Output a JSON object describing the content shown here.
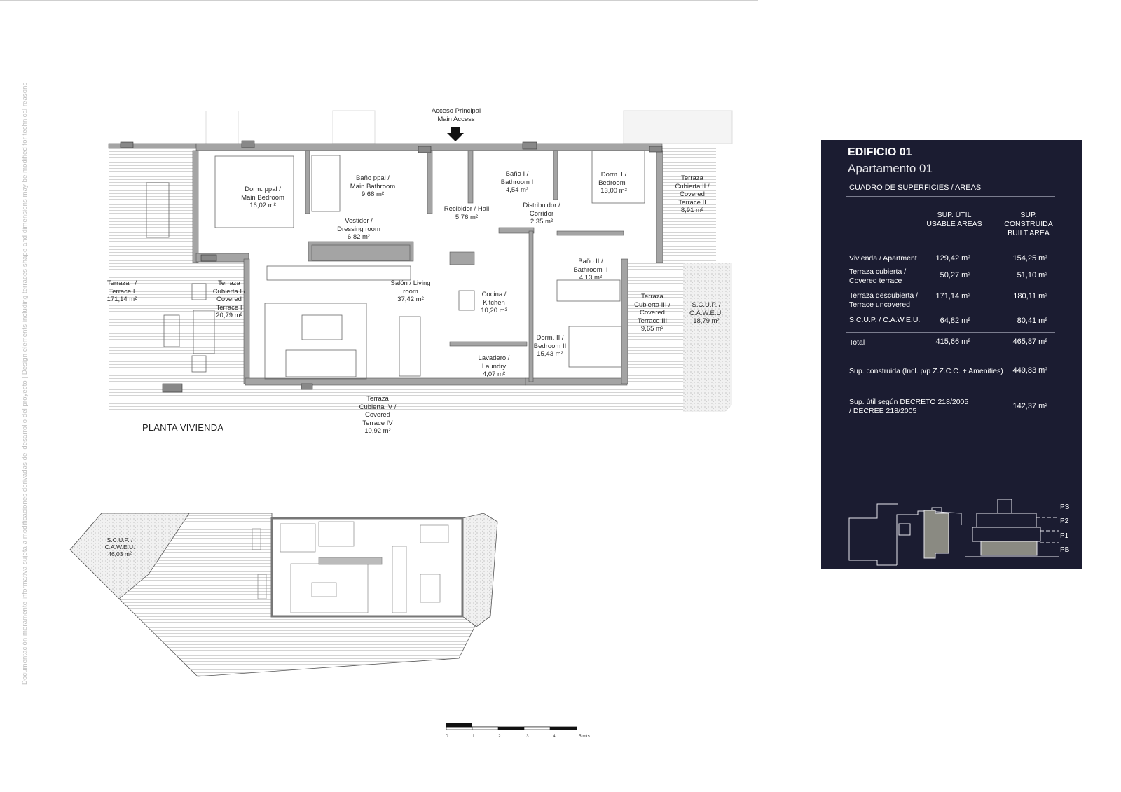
{
  "disclaimer": "Documentación meramente informativa sujeta a modificaciones derivadas del desarrollo del proyecto | Design elements including terraces shape and dimensions may be modified for technical reasons",
  "plan": {
    "title": "PLANTA VIVIENDA",
    "access": "Acceso Principal\nMain Access",
    "rooms": [
      {
        "label": "Dorm. ppal /\nMain Bedroom\n16,02 m²"
      },
      {
        "label": "Baño ppal /\nMain Bathroom\n9,68 m²"
      },
      {
        "label": "Vestidor /\nDressing room\n6,82 m²"
      },
      {
        "label": "Recibidor / Hall\n5,76 m²"
      },
      {
        "label": "Baño I /\nBathroom I\n4,54 m²"
      },
      {
        "label": "Distribuidor /\nCorridor\n2,35 m²"
      },
      {
        "label": "Dorm. I /\nBedroom I\n13,00 m²"
      },
      {
        "label": "Terraza\nCubierta II /\nCovered\nTerrace II\n8,91 m²"
      },
      {
        "label": "Terraza I /\nTerrace I\n171,14 m²"
      },
      {
        "label": "Terraza\nCubierta I /\nCovered\nTerrace I\n20,79 m²"
      },
      {
        "label": "Salón / Living\nroom\n37,42 m²"
      },
      {
        "label": "Cocina /\nKitchen\n10,20 m²"
      },
      {
        "label": "Baño II /\nBathroom II\n4,13 m²"
      },
      {
        "label": "Terraza\nCubierta III /\nCovered\nTerrace III\n9,65 m²"
      },
      {
        "label": "S.C.U.P. /\nC.A.W.E.U.\n18,79 m²"
      },
      {
        "label": "Dorm. II /\nBedroom II\n15,43 m²"
      },
      {
        "label": "Lavadero /\nLaundry\n4,07 m²"
      },
      {
        "label": "Terraza\nCubierta IV /\nCovered\nTerrace IV\n10,92 m²"
      }
    ],
    "lower_plan_scup": "S.C.U.P. /\nC.A.W.E.U.\n46,03 m²",
    "scale_labels": [
      "0",
      "1",
      "2",
      "3",
      "4",
      "5 mts"
    ]
  },
  "panel": {
    "building": "EDIFICIO 01",
    "apartment": "Apartamento 01",
    "section": "CUADRO DE SUPERFICIES / AREAS",
    "col_usable": "SUP. ÚTIL\nUSABLE AREAS",
    "col_built": "SUP. CONSTRUIDA\nBUILT AREA",
    "rows": [
      {
        "label": "Vivienda / Apartment",
        "usable": "129,42 m²",
        "built": "154,25 m²"
      },
      {
        "label": "Terraza cubierta /\nCovered terrace",
        "usable": "50,27 m²",
        "built": "51,10 m²"
      },
      {
        "label": "Terraza descubierta /\nTerrace uncovered",
        "usable": "171,14 m²",
        "built": "180,11 m²"
      },
      {
        "label": "S.C.U.P. / C.A.W.E.U.",
        "usable": "64,82 m²",
        "built": "80,41 m²"
      }
    ],
    "total": {
      "label": "Total",
      "usable": "415,66 m²",
      "built": "465,87 m²"
    },
    "amenities": {
      "label": "Sup. construida (Incl. p/p Z.Z.C.C. + Amenities)",
      "value": "449,83 m²"
    },
    "decree": {
      "label": "Sup. útil según DECRETO 218/2005\n/ DECREE 218/2005",
      "value": "142,37 m²"
    },
    "levels": [
      "PS",
      "P2",
      "P1",
      "PB"
    ],
    "highlighted_level": "PB",
    "background_color": "#1b1c31",
    "highlight_color": "#8a8a82"
  }
}
